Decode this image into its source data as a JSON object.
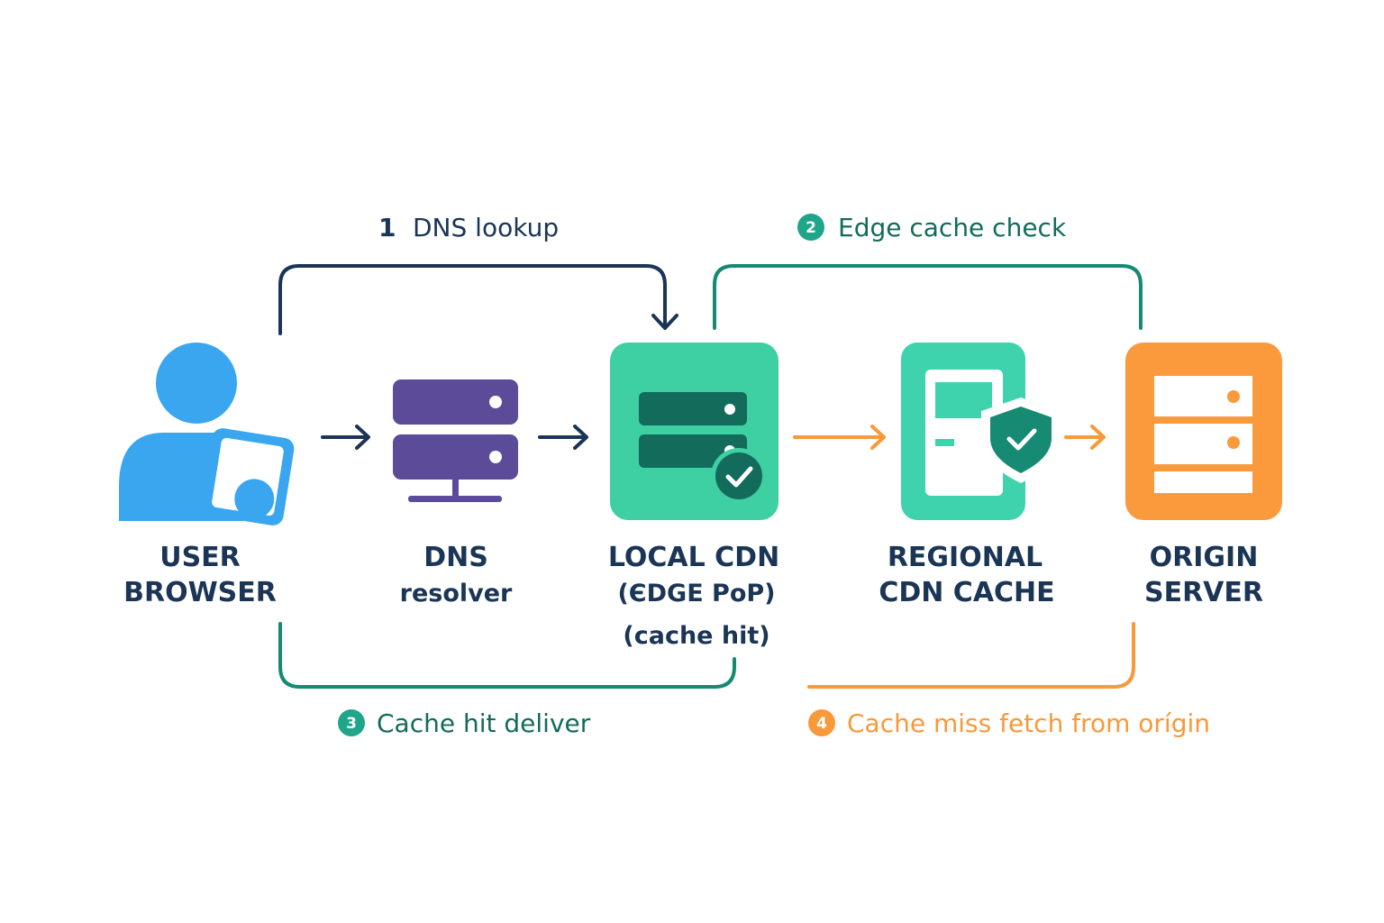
{
  "colors": {
    "navy": "#1b3556",
    "teal": "#158a72",
    "orange": "#f8993a",
    "user_blue": "#3aa6ef",
    "dns_purple": "#5b4b99",
    "edge_green": "#3ecfa3",
    "edge_dark": "#136b5b",
    "regional_green": "#3fd3ad",
    "origin_orange": "#fa9a3d"
  },
  "nodes": {
    "user": {
      "line1": "USER",
      "line2": "BROWSER",
      "icon": "user-tablet-icon"
    },
    "dns": {
      "line1": "DNS",
      "line2": "resolver",
      "icon": "server-stack-icon"
    },
    "edge": {
      "line1": "LOCAL CDN",
      "line2": "(ЄDGE PoP)",
      "line3": "(cache hit)",
      "icon": "edge-server-check-icon"
    },
    "regional": {
      "line1": "REGIONAL",
      "line2": "CDN CACHE",
      "icon": "shield-check-icon"
    },
    "origin": {
      "line1": "ORIGIN",
      "line2": "SERVER",
      "icon": "origin-server-icon"
    }
  },
  "steps": {
    "s1": {
      "num": "1",
      "label": "DNS lookup"
    },
    "s2": {
      "num": "2",
      "label": "Edge cache check"
    },
    "s3": {
      "num": "3",
      "label": "Cache hit deliver"
    },
    "s4": {
      "num": "4",
      "label": "Cache miss fetch from orígin"
    }
  }
}
